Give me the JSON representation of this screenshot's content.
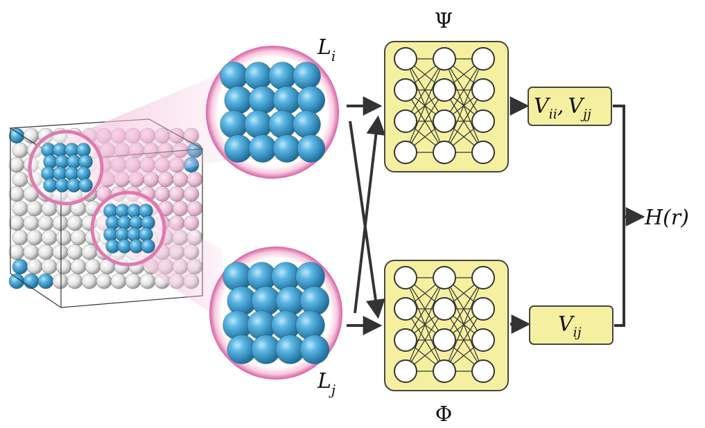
{
  "labels": {
    "top_network": "Ψ",
    "bottom_network": "Φ",
    "cluster_i": "L",
    "cluster_i_sub": "i",
    "cluster_j": "L",
    "cluster_j_sub": "j",
    "onsite_box": {
      "v1": "V",
      "v1_sub": "ii",
      "sep": ",",
      "v2": "V",
      "v2_sub": "jj"
    },
    "hopping_box": {
      "v": "V",
      "v_sub": "ij"
    },
    "output": "H(r)"
  },
  "colors": {
    "atom_blue": "#4aa8d8",
    "atom_white": "#f2f2f2",
    "ring_pink": "#e07ab0",
    "network_fill": "#f5f0a0",
    "arrow": "#333333"
  }
}
